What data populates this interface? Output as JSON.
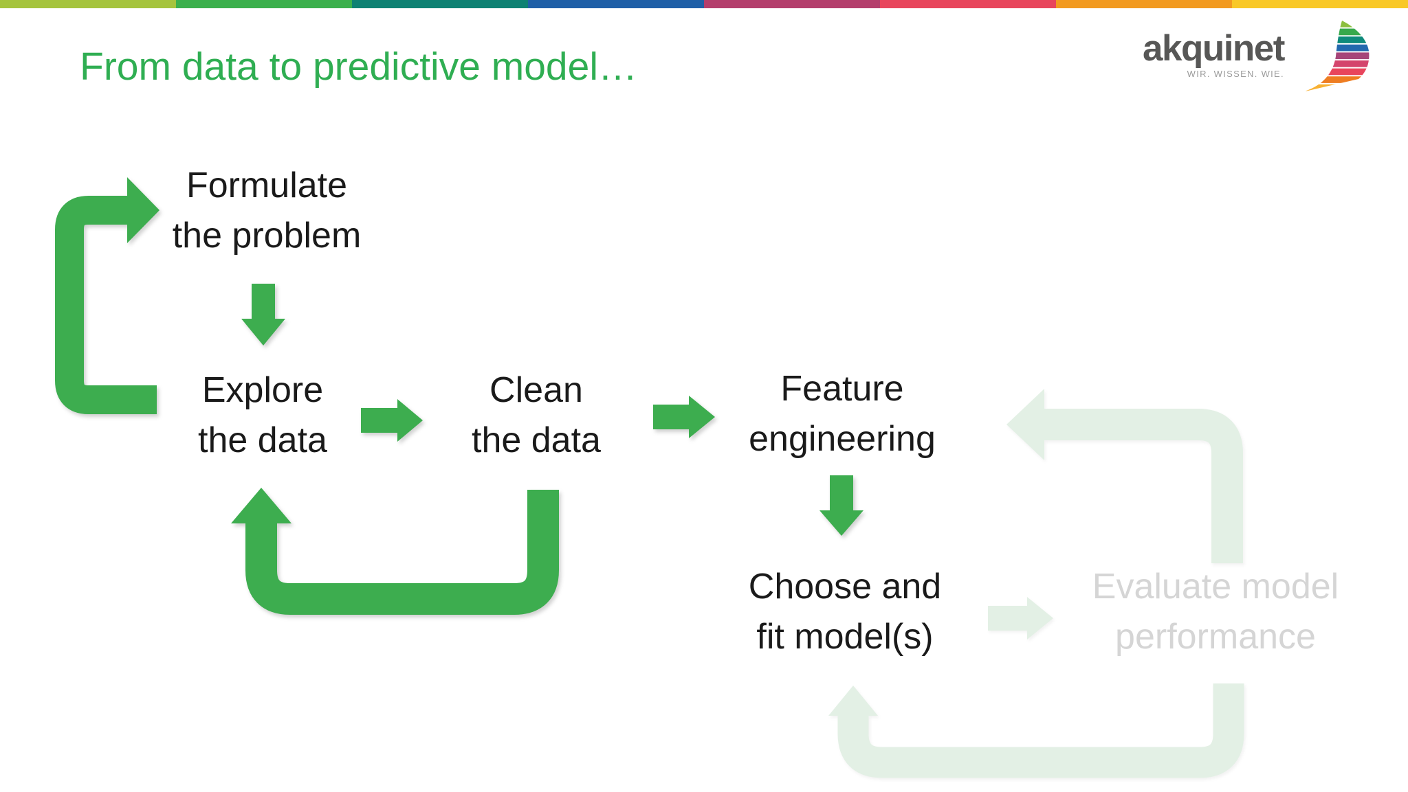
{
  "slide": {
    "title": "From data to predictive model…"
  },
  "top_stripe": {
    "colors": [
      "#A5C43D",
      "#3BB04C",
      "#0E8173",
      "#1F5FA7",
      "#B43E6C",
      "#E8455C",
      "#F29A20",
      "#F9C827"
    ]
  },
  "logo": {
    "name": "akquinet",
    "tagline": "WIR. WISSEN. WIE.",
    "swoosh_colors": [
      "#8CBF3F",
      "#37A94C",
      "#0F8A7B",
      "#2268AE",
      "#A64579",
      "#D4446C",
      "#E8455C",
      "#EE7D22",
      "#F8B133"
    ]
  },
  "colors": {
    "title-green": "#2FAE52",
    "arrow-green": "#3DAD4F",
    "arrow-faded": "#E3F0E5",
    "text-black": "#1A1A1A",
    "faded-text": "#D5D5D5",
    "logo-gray": "#575756",
    "tagline-gray": "#9B9B9B"
  },
  "diagram": {
    "steps": [
      {
        "id": "formulate",
        "lines": [
          "Formulate",
          "the problem"
        ],
        "faded": false
      },
      {
        "id": "explore",
        "lines": [
          "Explore",
          "the data"
        ],
        "faded": false
      },
      {
        "id": "clean",
        "lines": [
          "Clean",
          "the data"
        ],
        "faded": false
      },
      {
        "id": "feature",
        "lines": [
          "Feature",
          "engineering"
        ],
        "faded": false
      },
      {
        "id": "choose",
        "lines": [
          "Choose and",
          "fit model(s)"
        ],
        "faded": false
      },
      {
        "id": "evaluate",
        "lines": [
          "Evaluate model",
          "performance"
        ],
        "faded": true
      }
    ],
    "arrows": [
      {
        "from": "explore",
        "to": "formulate",
        "shape": "elbow-loop",
        "style": "solid"
      },
      {
        "from": "formulate",
        "to": "explore",
        "shape": "down",
        "style": "solid"
      },
      {
        "from": "explore",
        "to": "clean",
        "shape": "right",
        "style": "solid"
      },
      {
        "from": "clean",
        "to": "explore",
        "shape": "u-loop",
        "style": "solid"
      },
      {
        "from": "clean",
        "to": "feature",
        "shape": "right",
        "style": "solid"
      },
      {
        "from": "feature",
        "to": "choose",
        "shape": "down",
        "style": "solid"
      },
      {
        "from": "choose",
        "to": "evaluate",
        "shape": "right",
        "style": "faded"
      },
      {
        "from": "evaluate",
        "to": "feature",
        "shape": "elbow-loop",
        "style": "faded"
      },
      {
        "from": "evaluate",
        "to": "choose",
        "shape": "u-loop",
        "style": "faded"
      }
    ]
  }
}
